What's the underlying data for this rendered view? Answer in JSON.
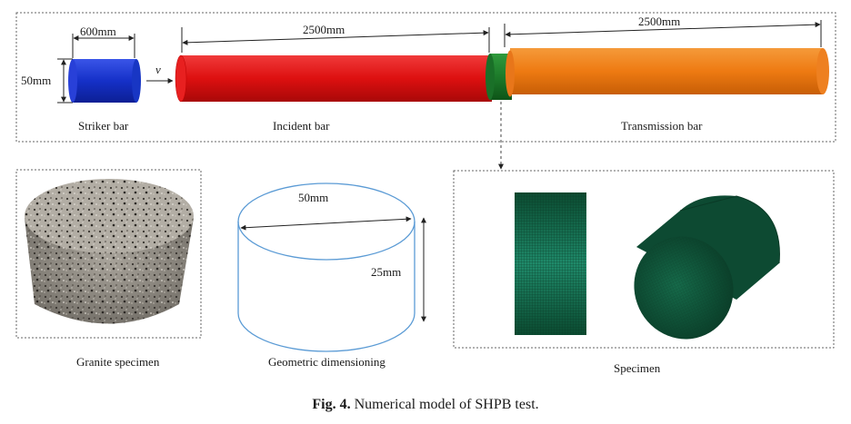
{
  "top_panel": {
    "striker_length": "600mm",
    "diameter": "50mm",
    "velocity_symbol": "v",
    "incident_length": "2500mm",
    "transmission_length": "2500mm",
    "striker_label": "Striker bar",
    "incident_label": "Incident bar",
    "transmission_label": "Transmission bar"
  },
  "bottom_left": {
    "label": "Granite specimen"
  },
  "bottom_middle": {
    "diameter": "50mm",
    "height": "25mm",
    "label": "Geometric dimensioning"
  },
  "bottom_right": {
    "label": "Specimen"
  },
  "caption": {
    "fig_number": "Fig. 4.",
    "text": "Numerical model of SHPB test."
  },
  "colors": {
    "striker": "#1a3ad6",
    "incident": "#e01212",
    "specimen_green": "#1f7a2e",
    "transmission": "#f07a12",
    "mesh": "#1a6a4a",
    "outline": "#5b9bd5"
  }
}
